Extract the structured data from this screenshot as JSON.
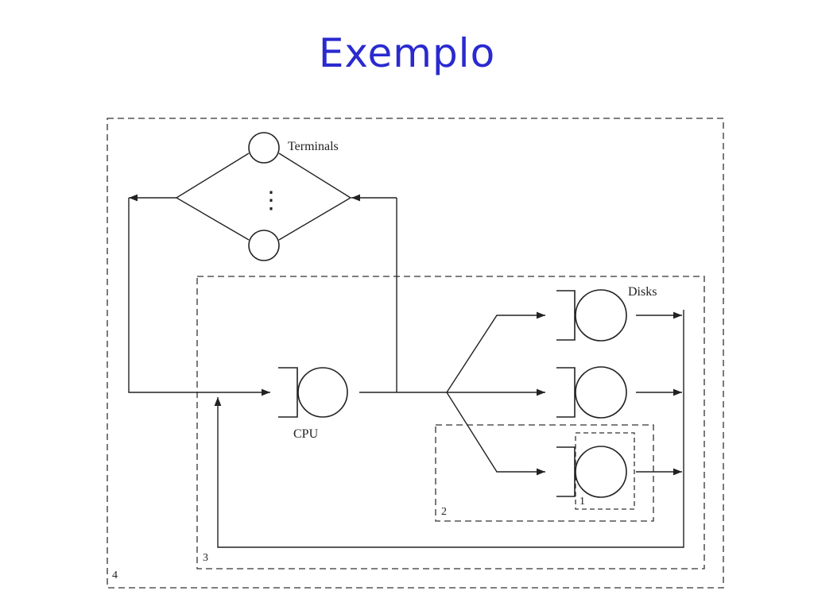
{
  "slide": {
    "title": "Exemplo"
  },
  "diagram": {
    "terminals_label": "Terminals",
    "disks_label": "Disks",
    "cpu_label": "CPU",
    "boundaries": [
      "1",
      "2",
      "3",
      "4"
    ],
    "ellipsis": "⋮"
  }
}
